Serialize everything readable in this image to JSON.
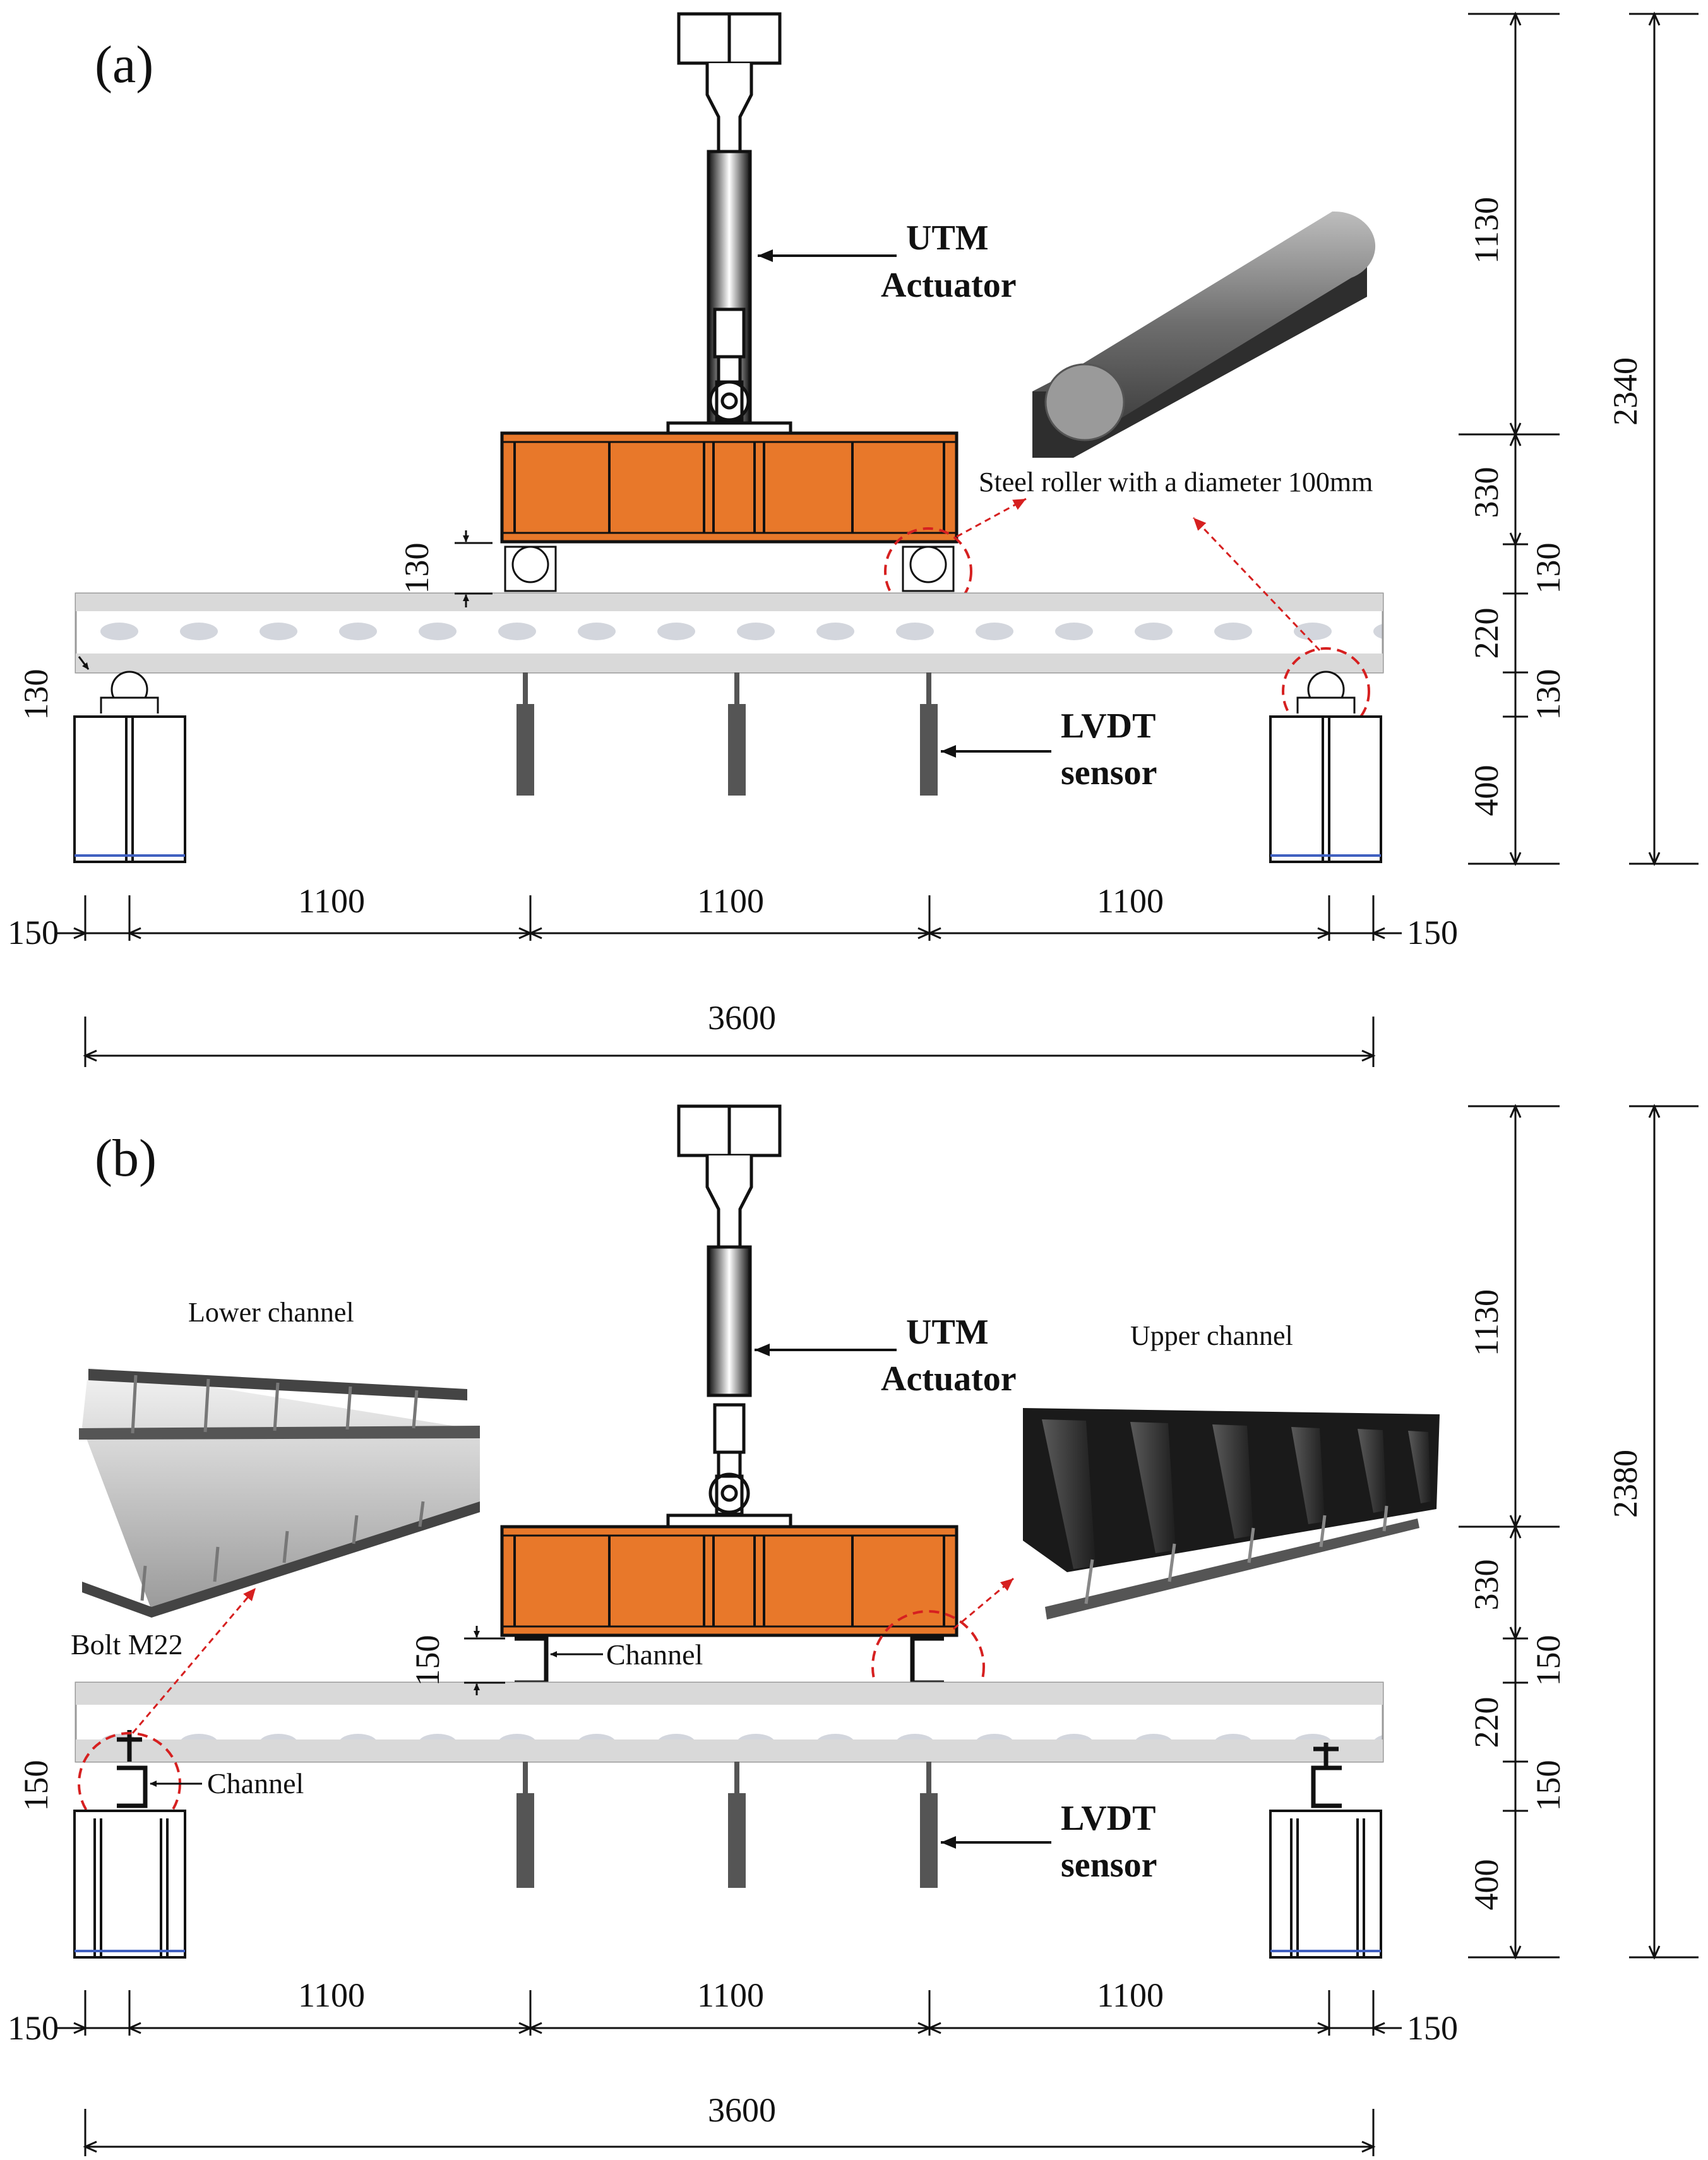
{
  "panels": {
    "a": {
      "label": "(a)",
      "actuator_label": [
        "UTM",
        "Actuator"
      ],
      "lvdt_label": [
        "LVDT",
        "sensor"
      ],
      "callout": "Steel roller with a diameter 100mm",
      "dims_left": {
        "load_gap": "130",
        "support_gap": "130"
      },
      "dims_right_segments": [
        "1130",
        "330",
        "130",
        "220",
        "130",
        "400"
      ],
      "dims_right_total": "2340",
      "dims_bottom": [
        "150",
        "1100",
        "1100",
        "1100",
        "150"
      ],
      "dims_bottom_total": "3600"
    },
    "b": {
      "label": "(b)",
      "actuator_label": [
        "UTM",
        "Actuator"
      ],
      "lvdt_label": [
        "LVDT",
        "sensor"
      ],
      "lower_channel": "Lower channel",
      "upper_channel": "Upper channel",
      "bolt": "Bolt M22",
      "channel_upper": "Channel",
      "channel_lower": "Channel",
      "dims_left": {
        "load_gap": "150",
        "support_gap": "150"
      },
      "dims_right_segments": [
        "1130",
        "330",
        "150",
        "220",
        "150",
        "400"
      ],
      "dims_right_total": "2380",
      "dims_bottom": [
        "150",
        "1100",
        "1100",
        "1100",
        "150"
      ],
      "dims_bottom_total": "3600"
    }
  },
  "colors": {
    "spreader_beam": "#E8782A",
    "spreader_outline": "#7a3a0e",
    "slab": "#d9d9d9",
    "lvdt": "#555555",
    "callout_red": "#d62020"
  }
}
